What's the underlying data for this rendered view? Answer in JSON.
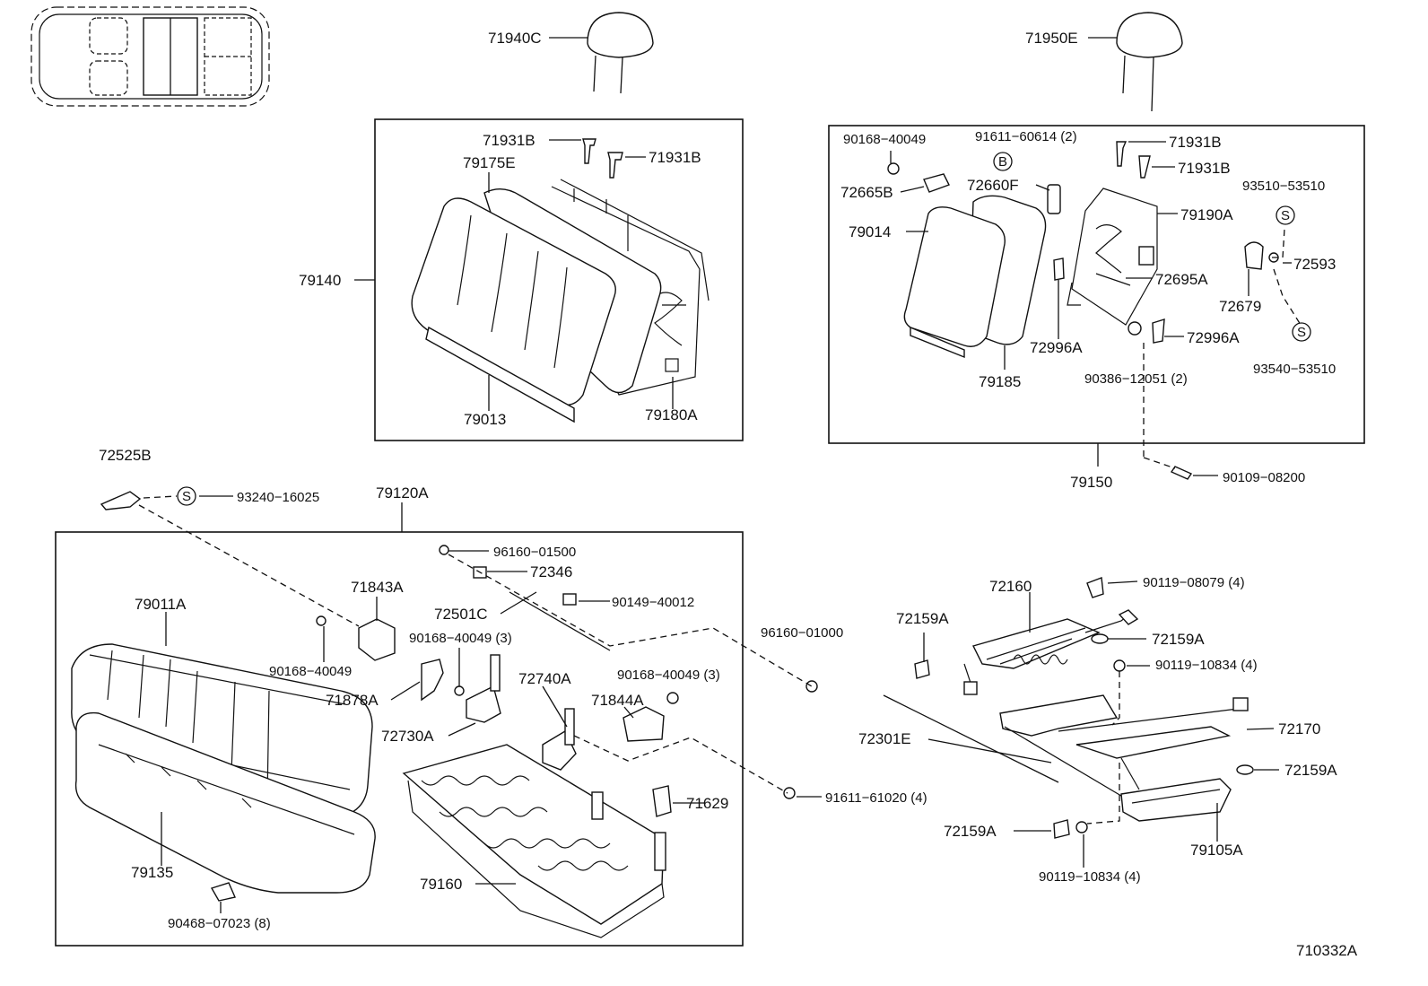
{
  "labels": {
    "p71940C": "71940C",
    "p71950E": "71950E",
    "p71931B_1": "71931B",
    "p71931B_2": "71931B",
    "p79175E": "79175E",
    "p79140": "79140",
    "p79013": "79013",
    "p79180A": "79180A",
    "p90168_40049_a": "90168−40049",
    "p91611_60614": "91611−60614 (2)",
    "p71931B_3": "71931B",
    "p71931B_4": "71931B",
    "p72665B": "72665B",
    "p72660F": "72660F",
    "p93510_53510": "93510−53510",
    "p79190A": "79190A",
    "p79014": "79014",
    "p72695A": "72695A",
    "p72593": "72593",
    "p72679": "72679",
    "p72996A_1": "72996A",
    "p72996A_2": "72996A",
    "p79185": "79185",
    "p90386_12051": "90386−12051 (2)",
    "p93540_53510": "93540−53510",
    "p79150": "79150",
    "p90109_08200": "90109−08200",
    "p72525B": "72525B",
    "p93240_16025": "93240−16025",
    "p79120A": "79120A",
    "p96160_01500": "96160−01500",
    "p72346": "72346",
    "p71843A": "71843A",
    "p90149_40012": "90149−40012",
    "p79011A": "79011A",
    "p72501C": "72501C",
    "p90168_40049_3a": "90168−40049 (3)",
    "p90168_40049_b": "90168−40049",
    "p72740A": "72740A",
    "p90168_40049_3b": "90168−40049 (3)",
    "p71878A": "71878A",
    "p71844A": "71844A",
    "p72730A": "72730A",
    "p96160_01000": "96160−01000",
    "p72160": "72160",
    "p90119_08079": "90119−08079 (4)",
    "p72159A_1": "72159A",
    "p72159A_2": "72159A",
    "p90119_10834_a": "90119−10834 (4)",
    "p72301E": "72301E",
    "p72170": "72170",
    "p72159A_3": "72159A",
    "p91611_61020": "91611−61020 (4)",
    "p71629": "71629",
    "p72159A_4": "72159A",
    "p79105A": "79105A",
    "p90119_10834_b": "90119−10834 (4)",
    "p79135": "79135",
    "p79160": "79160",
    "p90468_07023": "90468−07023 (8)",
    "p710332A": "710332A"
  },
  "symbols": {
    "bolt_b": "B",
    "s1": "S",
    "s2": "S",
    "s3": "S"
  }
}
